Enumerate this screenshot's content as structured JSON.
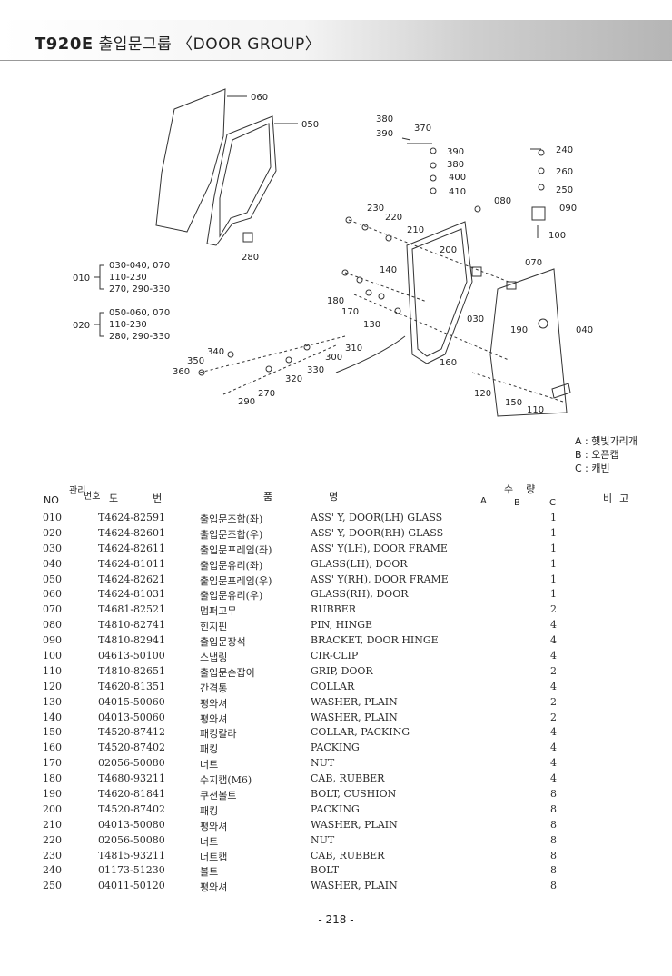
{
  "header": {
    "model": "T920E",
    "group_ko": "출입문그룹",
    "group_en": "〈DOOR GROUP〉"
  },
  "diagram": {
    "labels": [
      "060",
      "050",
      "380",
      "390",
      "370",
      "390",
      "380",
      "400",
      "410",
      "240",
      "260",
      "250",
      "090",
      "100",
      "080",
      "230",
      "220",
      "210",
      "200",
      "070",
      "140",
      "180",
      "170",
      "130",
      "030",
      "190",
      "040",
      "340",
      "350",
      "360",
      "310",
      "300",
      "330",
      "320",
      "270",
      "290",
      "160",
      "120",
      "150",
      "110",
      "280"
    ],
    "assemblies": [
      {
        "no": "010",
        "lines": [
          "030-040, 070",
          "110-230",
          "270, 290-330"
        ]
      },
      {
        "no": "020",
        "lines": [
          "050-060, 070",
          "110-230",
          "280, 290-330"
        ]
      }
    ]
  },
  "legend": [
    {
      "key": "A",
      "text": "햇빛가리개"
    },
    {
      "key": "B",
      "text": "오픈캡"
    },
    {
      "key": "C",
      "text": "캐빈"
    }
  ],
  "table": {
    "header": {
      "no": "NO",
      "kanri_top": "관리",
      "kanri_bottom": "번호",
      "part_no": "도번",
      "name": "품명",
      "qty": "수량",
      "a": "A",
      "b": "B",
      "c": "C",
      "remarks": "비고"
    },
    "rows": [
      {
        "no": "010",
        "part": "T4624-82591",
        "ko": "출입문조합(좌)",
        "en": "ASS' Y, DOOR(LH) GLASS",
        "qty": "1"
      },
      {
        "no": "020",
        "part": "T4624-82601",
        "ko": "출입문조합(우)",
        "en": "ASS' Y, DOOR(RH) GLASS",
        "qty": "1"
      },
      {
        "no": "030",
        "part": "T4624-82611",
        "ko": "출입문프레임(좌)",
        "en": "ASS' Y(LH), DOOR FRAME",
        "qty": "1"
      },
      {
        "no": "040",
        "part": "T4624-81011",
        "ko": "출입문유리(좌)",
        "en": "GLASS(LH), DOOR",
        "qty": "1"
      },
      {
        "no": "050",
        "part": "T4624-82621",
        "ko": "출입문프레임(우)",
        "en": "ASS' Y(RH), DOOR FRAME",
        "qty": "1"
      },
      {
        "no": "060",
        "part": "T4624-81031",
        "ko": "출입문유리(우)",
        "en": "GLASS(RH), DOOR",
        "qty": "1"
      },
      {
        "no": "070",
        "part": "T4681-82521",
        "ko": "멈퍼고무",
        "en": "RUBBER",
        "qty": "2"
      },
      {
        "no": "080",
        "part": "T4810-82741",
        "ko": "힌지핀",
        "en": "PIN, HINGE",
        "qty": "4"
      },
      {
        "no": "090",
        "part": "T4810-82941",
        "ko": "출입문장석",
        "en": "BRACKET, DOOR HINGE",
        "qty": "4"
      },
      {
        "no": "100",
        "part": "04613-50100",
        "ko": "스냅링",
        "en": "CIR-CLIP",
        "qty": "4"
      },
      {
        "no": "110",
        "part": "T4810-82651",
        "ko": "출입문손잡이",
        "en": "GRIP, DOOR",
        "qty": "2"
      },
      {
        "no": "120",
        "part": "T4620-81351",
        "ko": "간격통",
        "en": "COLLAR",
        "qty": "4"
      },
      {
        "no": "130",
        "part": "04015-50060",
        "ko": "평와셔",
        "en": "WASHER, PLAIN",
        "qty": "2"
      },
      {
        "no": "140",
        "part": "04013-50060",
        "ko": "평와셔",
        "en": "WASHER, PLAIN",
        "qty": "2"
      },
      {
        "no": "150",
        "part": "T4520-87412",
        "ko": "패킹칼라",
        "en": "COLLAR, PACKING",
        "qty": "4"
      },
      {
        "no": "160",
        "part": "T4520-87402",
        "ko": "패킹",
        "en": "PACKING",
        "qty": "4"
      },
      {
        "no": "170",
        "part": "02056-50080",
        "ko": "너트",
        "en": "NUT",
        "qty": "4"
      },
      {
        "no": "180",
        "part": "T4680-93211",
        "ko": "수지캡(M6)",
        "en": "CAB, RUBBER",
        "qty": "4"
      },
      {
        "no": "190",
        "part": "T4620-81841",
        "ko": "쿠션볼트",
        "en": "BOLT, CUSHION",
        "qty": "8"
      },
      {
        "no": "200",
        "part": "T4520-87402",
        "ko": "패킹",
        "en": "PACKING",
        "qty": "8"
      },
      {
        "no": "210",
        "part": "04013-50080",
        "ko": "평와셔",
        "en": "WASHER, PLAIN",
        "qty": "8"
      },
      {
        "no": "220",
        "part": "02056-50080",
        "ko": "너트",
        "en": "NUT",
        "qty": "8"
      },
      {
        "no": "230",
        "part": "T4815-93211",
        "ko": "너트캡",
        "en": "CAB, RUBBER",
        "qty": "8"
      },
      {
        "no": "240",
        "part": "01173-51230",
        "ko": "볼트",
        "en": "BOLT",
        "qty": "8"
      },
      {
        "no": "250",
        "part": "04011-50120",
        "ko": "평와셔",
        "en": "WASHER, PLAIN",
        "qty": "8"
      }
    ]
  },
  "footer": {
    "page": "- 218 -"
  }
}
